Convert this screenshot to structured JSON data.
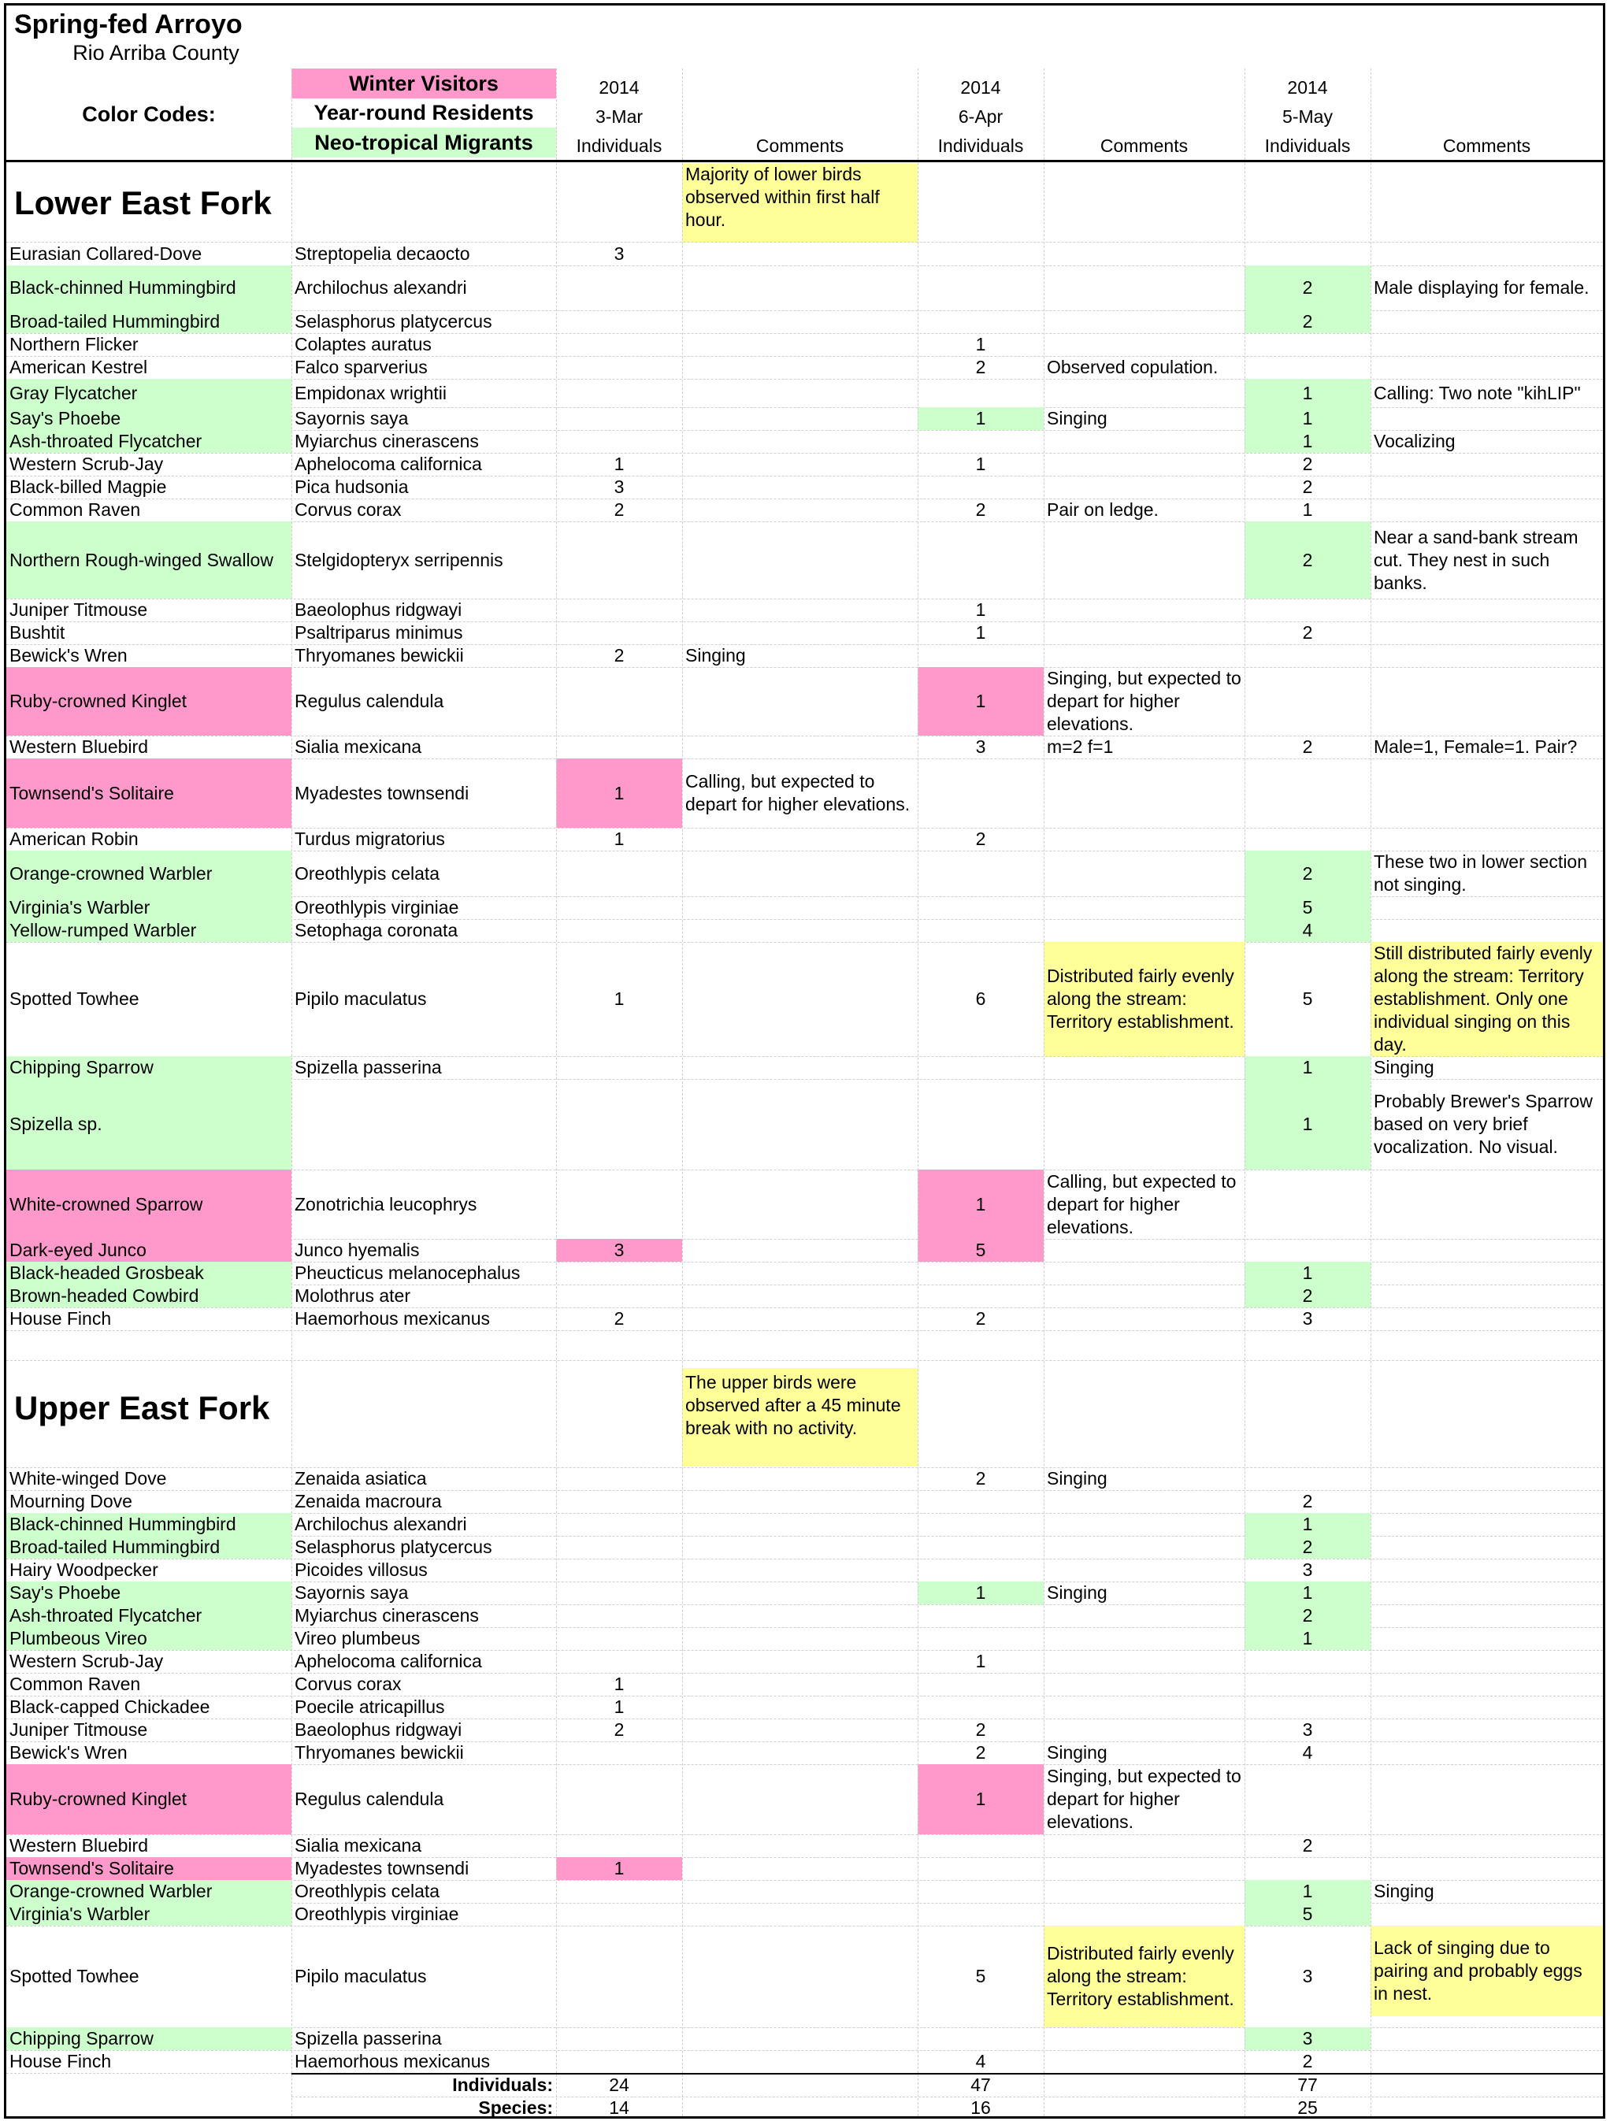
{
  "title": "Spring-fed Arroyo",
  "county": "Rio Arriba County",
  "legend": {
    "label": "Color Codes:",
    "items": [
      {
        "name": "Winter Visitors",
        "color": "#ff99cc"
      },
      {
        "name": "Year-round Residents",
        "color": ""
      },
      {
        "name": "Neo-tropical Migrants",
        "color": "#ccffcc"
      }
    ]
  },
  "survey_headers": [
    {
      "year": "2014",
      "date": "3-Mar",
      "individuals": "Individuals",
      "comments": "Comments"
    },
    {
      "year": "2014",
      "date": "6-Apr",
      "individuals": "Individuals",
      "comments": "Comments"
    },
    {
      "year": "2014",
      "date": "5-May",
      "individuals": "Individuals",
      "comments": "Comments"
    }
  ],
  "lower": {
    "title": "Lower East Fork",
    "note": "Majority of lower birds observed within first half hour.",
    "rows": [
      {
        "common": "Eurasian Collared-Dove",
        "sci": "Streptopelia decaocto",
        "mar": "3",
        "apr": "",
        "may": ""
      },
      {
        "common": "Black-chinned Hummingbird",
        "sci": "Archilochus alexandri",
        "mar": "",
        "apr": "",
        "may": "2"
      },
      {
        "common": "Broad-tailed Hummingbird",
        "sci": "Selasphorus platycercus",
        "mar": "",
        "apr": "",
        "may": "2"
      },
      {
        "common": "Northern Flicker",
        "sci": "Colaptes auratus",
        "mar": "",
        "apr": "1",
        "may": ""
      },
      {
        "common": "American Kestrel",
        "sci": "Falco sparverius",
        "mar": "",
        "apr": "2",
        "may": ""
      },
      {
        "common": "Gray Flycatcher",
        "sci": "Empidonax wrightii",
        "mar": "",
        "apr": "",
        "may": "1"
      },
      {
        "common": "Say's Phoebe",
        "sci": "Sayornis saya",
        "mar": "",
        "apr": "1",
        "may": "1"
      },
      {
        "common": "Ash-throated Flycatcher",
        "sci": "Myiarchus cinerascens",
        "mar": "",
        "apr": "",
        "may": "1"
      },
      {
        "common": "Western Scrub-Jay",
        "sci": "Aphelocoma californica",
        "mar": "1",
        "apr": "1",
        "may": "2"
      },
      {
        "common": "Black-billed Magpie",
        "sci": "Pica hudsonia",
        "mar": "3",
        "apr": "",
        "may": "2"
      },
      {
        "common": "Common Raven",
        "sci": "Corvus corax",
        "mar": "2",
        "apr": "2",
        "may": "1"
      },
      {
        "common": "Northern Rough-winged Swallow",
        "sci": "Stelgidopteryx serripennis",
        "mar": "",
        "apr": "",
        "may": "2"
      },
      {
        "common": "Juniper Titmouse",
        "sci": "Baeolophus ridgwayi",
        "mar": "",
        "apr": "1",
        "may": ""
      },
      {
        "common": "Bushtit",
        "sci": "Psaltriparus minimus",
        "mar": "",
        "apr": "1",
        "may": "2"
      },
      {
        "common": "Bewick's Wren",
        "sci": "Thryomanes bewickii",
        "mar": "2",
        "apr": "",
        "may": ""
      },
      {
        "common": "Ruby-crowned Kinglet",
        "sci": "Regulus calendula",
        "mar": "",
        "apr": "1",
        "may": ""
      },
      {
        "common": "Western Bluebird",
        "sci": "Sialia mexicana",
        "mar": "",
        "apr": "3",
        "may": "2"
      },
      {
        "common": "Townsend's Solitaire",
        "sci": "Myadestes townsendi",
        "mar": "1",
        "apr": "",
        "may": ""
      },
      {
        "common": "American Robin",
        "sci": "Turdus migratorius",
        "mar": "1",
        "apr": "2",
        "may": ""
      },
      {
        "common": "Orange-crowned Warbler",
        "sci": "Oreothlypis celata",
        "mar": "",
        "apr": "",
        "may": "2"
      },
      {
        "common": "Virginia's Warbler",
        "sci": "Oreothlypis virginiae",
        "mar": "",
        "apr": "",
        "may": "5"
      },
      {
        "common": "Yellow-rumped Warbler",
        "sci": "Setophaga coronata",
        "mar": "",
        "apr": "",
        "may": "4"
      },
      {
        "common": "Spotted Towhee",
        "sci": "Pipilo maculatus",
        "mar": "1",
        "apr": "6",
        "may": "5"
      },
      {
        "common": "Chipping Sparrow",
        "sci": "Spizella passerina",
        "mar": "",
        "apr": "",
        "may": "1"
      },
      {
        "common": "Spizella sp.",
        "sci": "",
        "mar": "",
        "apr": "",
        "may": "1"
      },
      {
        "common": "White-crowned Sparrow",
        "sci": "Zonotrichia leucophrys",
        "mar": "",
        "apr": "1",
        "may": ""
      },
      {
        "common": "Dark-eyed Junco",
        "sci": "Junco hyemalis",
        "mar": "3",
        "apr": "5",
        "may": ""
      },
      {
        "common": "Black-headed Grosbeak",
        "sci": "Pheucticus melanocephalus",
        "mar": "",
        "apr": "",
        "may": "1"
      },
      {
        "common": "Brown-headed Cowbird",
        "sci": "Molothrus ater",
        "mar": "",
        "apr": "",
        "may": "2"
      },
      {
        "common": "House Finch",
        "sci": "Haemorhous mexicanus",
        "mar": "2",
        "apr": "2",
        "may": "3"
      }
    ],
    "comments": [
      "Male displaying for female.",
      "Observed copulation.",
      "Calling: Two note \"kihLIP\"",
      "Singing",
      "Vocalizing",
      "Pair on ledge.",
      "Near a sand-bank stream cut. They nest in such banks.",
      "Singing",
      "Singing, but expected to depart for higher elevations.",
      "m=2 f=1",
      "Male=1, Female=1. Pair?",
      "Calling, but expected to depart for higher elevations.",
      "These two in lower section not singing.",
      "Distributed fairly evenly along the stream: Territory establishment.",
      "Still distributed fairly evenly along the stream: Territory establishment. Only one individual singing on this day.",
      "Singing",
      "Probably Brewer's Sparrow based on very brief vocalization. No visual.",
      "Calling, but expected to depart for higher elevations."
    ]
  },
  "upper": {
    "title": "Upper East Fork",
    "note": "The upper birds were observed after a 45 minute break with no activity.",
    "rows": [
      {
        "common": "White-winged Dove",
        "sci": "Zenaida asiatica",
        "mar": "",
        "apr": "2",
        "may": ""
      },
      {
        "common": "Mourning Dove",
        "sci": "Zenaida macroura",
        "mar": "",
        "apr": "",
        "may": "2"
      },
      {
        "common": "Black-chinned Hummingbird",
        "sci": "Archilochus alexandri",
        "mar": "",
        "apr": "",
        "may": "1"
      },
      {
        "common": "Broad-tailed Hummingbird",
        "sci": "Selasphorus platycercus",
        "mar": "",
        "apr": "",
        "may": "2"
      },
      {
        "common": "Hairy Woodpecker",
        "sci": "Picoides villosus",
        "mar": "",
        "apr": "",
        "may": "3"
      },
      {
        "common": "Say's Phoebe",
        "sci": "Sayornis saya",
        "mar": "",
        "apr": "1",
        "may": "1"
      },
      {
        "common": "Ash-throated Flycatcher",
        "sci": "Myiarchus cinerascens",
        "mar": "",
        "apr": "",
        "may": "2"
      },
      {
        "common": "Plumbeous Vireo",
        "sci": "Vireo plumbeus",
        "mar": "",
        "apr": "",
        "may": "1"
      },
      {
        "common": "Western Scrub-Jay",
        "sci": "Aphelocoma californica",
        "mar": "",
        "apr": "1",
        "may": ""
      },
      {
        "common": "Common Raven",
        "sci": "Corvus corax",
        "mar": "1",
        "apr": "",
        "may": ""
      },
      {
        "common": "Black-capped Chickadee",
        "sci": "Poecile atricapillus",
        "mar": "1",
        "apr": "",
        "may": ""
      },
      {
        "common": "Juniper Titmouse",
        "sci": "Baeolophus ridgwayi",
        "mar": "2",
        "apr": "2",
        "may": "3"
      },
      {
        "common": "Bewick's Wren",
        "sci": "Thryomanes bewickii",
        "mar": "",
        "apr": "2",
        "may": "4"
      },
      {
        "common": "Ruby-crowned Kinglet",
        "sci": "Regulus calendula",
        "mar": "",
        "apr": "1",
        "may": ""
      },
      {
        "common": "Western Bluebird",
        "sci": "Sialia mexicana",
        "mar": "",
        "apr": "",
        "may": "2"
      },
      {
        "common": "Townsend's Solitaire",
        "sci": "Myadestes townsendi",
        "mar": "1",
        "apr": "",
        "may": ""
      },
      {
        "common": "Orange-crowned Warbler",
        "sci": "Oreothlypis celata",
        "mar": "",
        "apr": "",
        "may": "1"
      },
      {
        "common": "Virginia's Warbler",
        "sci": "Oreothlypis virginiae",
        "mar": "",
        "apr": "",
        "may": "5"
      },
      {
        "common": "Spotted Towhee",
        "sci": "Pipilo maculatus",
        "mar": "",
        "apr": "5",
        "may": "3"
      },
      {
        "common": "Chipping Sparrow",
        "sci": "Spizella passerina",
        "mar": "",
        "apr": "",
        "may": "3"
      },
      {
        "common": "House Finch",
        "sci": "Haemorhous mexicanus",
        "mar": "",
        "apr": "4",
        "may": "2"
      }
    ],
    "comments": [
      "Singing",
      "Singing",
      "Singing",
      "Singing, but expected to depart for higher elevations.",
      "Singing",
      "Distributed fairly evenly along the stream: Territory establishment.",
      "Lack of singing due to pairing and probably eggs in nest."
    ]
  },
  "totals": {
    "individuals_label": "Individuals:",
    "species_label": "Species:",
    "individuals": [
      "24",
      "47",
      "77"
    ],
    "species": [
      "14",
      "16",
      "25"
    ]
  }
}
